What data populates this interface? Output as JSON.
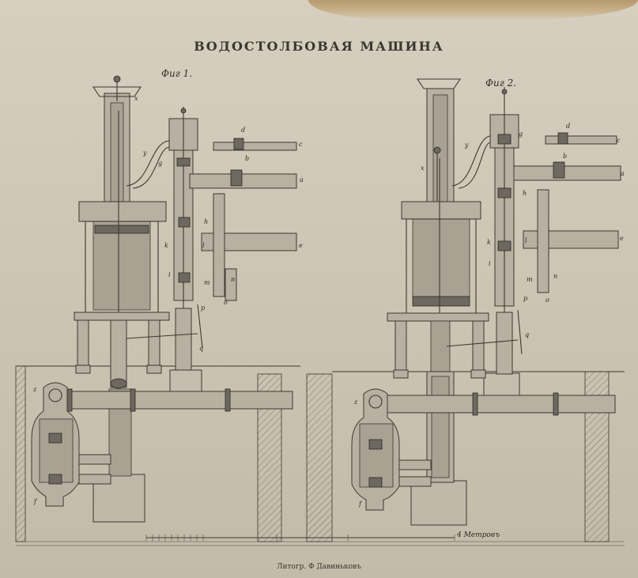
{
  "title": "ВОДОСТОЛБОВАЯ МАШИНА",
  "figures": [
    {
      "label": "Фиг 1."
    },
    {
      "label": "Фиг 2."
    }
  ],
  "scale": {
    "label": "4 Метровъ"
  },
  "signature": "Литогр. Ф Давиньковъ",
  "part_letters": [
    "a",
    "b",
    "c",
    "d",
    "e",
    "f",
    "g",
    "h",
    "i",
    "k",
    "l",
    "m",
    "n",
    "o",
    "p",
    "q",
    "x",
    "y",
    "z"
  ]
}
